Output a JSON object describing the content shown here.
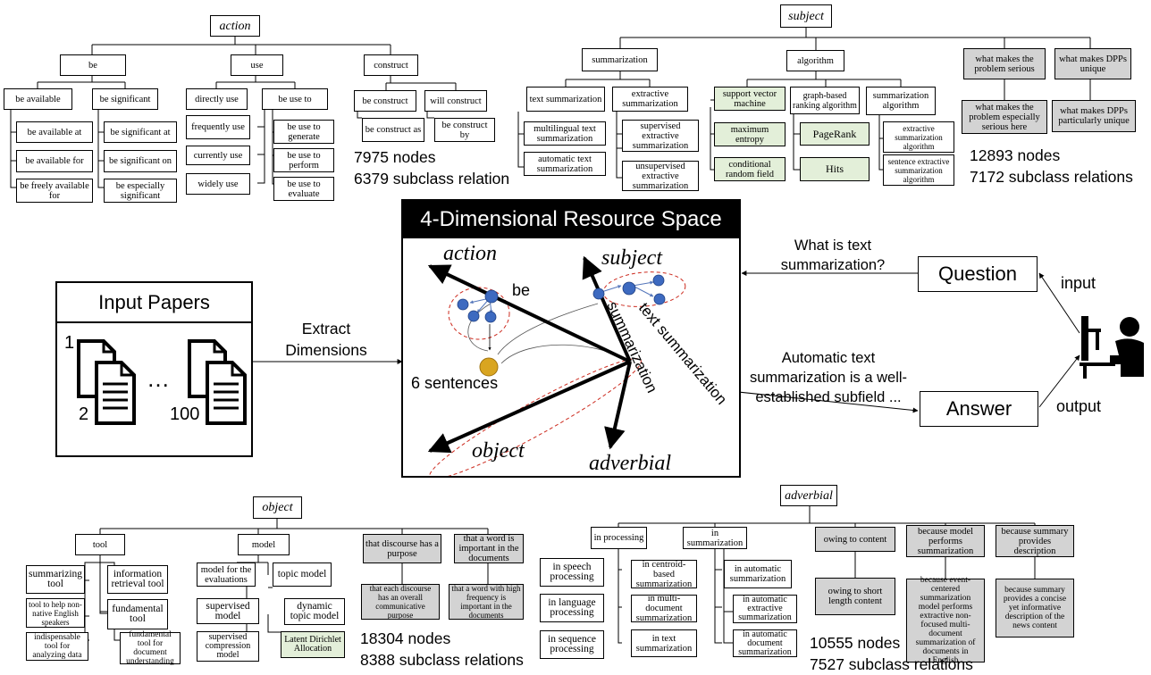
{
  "action_tree": {
    "root": "action",
    "be": "be",
    "use": "use",
    "construct": "construct",
    "be_available": "be available",
    "be_significant": "be significant",
    "be_available_at": "be available at",
    "be_available_for": "be available for",
    "be_freely_available_for": "be freely available for",
    "be_significant_at": "be significant at",
    "be_significant_on": "be significant on",
    "be_especially_significant": "be especially significant",
    "directly_use": "directly use",
    "be_use_to": "be use to",
    "frequently_use": "frequently use",
    "currently_use": "currently use",
    "widely_use": "widely use",
    "be_use_to_generate": "be use to generate",
    "be_use_to_perform": "be use to perform",
    "be_use_to_evaluate": "be use to evaluate",
    "be_construct": "be construct",
    "will_construct": "will construct",
    "be_construct_as": "be construct as",
    "be_construct_by": "be construct by",
    "nodes": "7975 nodes",
    "relations": "6379 subclass relations"
  },
  "subject_tree": {
    "root": "subject",
    "summarization": "summarization",
    "algorithm": "algorithm",
    "serious": "what makes the problem serious",
    "dpps": "what makes DPPs unique",
    "serious_here": "what makes the problem especially serious here",
    "dpps_unique": "what makes DPPs particularly unique",
    "text_summarization": "text summarization",
    "extractive_summarization": "extractive summarization",
    "multilingual": "multilingual text summarization",
    "automatic": "automatic text summarization",
    "supervised": "supervised extractive summarization",
    "unsupervised": "unsupervised extractive summarization",
    "svm": "support vector machine",
    "maxent": "maximum entropy",
    "crf": "conditional random field",
    "graph_based": "graph-based ranking algorithm",
    "pagerank": "PageRank",
    "hits": "Hits",
    "summarization_algorithm": "summarization algorithm",
    "extractive_algorithm": "extractive summarization algorithm",
    "sentence_extractive": "sentence extractive summarization algorithm",
    "nodes": "12893 nodes",
    "relations": "7172 subclass relations"
  },
  "object_tree": {
    "root": "object",
    "tool": "tool",
    "model": "model",
    "discourse": "that discourse has a purpose",
    "word": "that a word is important in the documents",
    "summarizing_tool": "summarizing tool",
    "ir_tool": "information retrieval tool",
    "help_tool": "tool to help non-native English speakers",
    "fundamental_tool": "fundamental tool",
    "indispensable_tool": "indispensable tool for analyzing data",
    "fundamental_doc_tool": "fundamental tool for document understanding",
    "model_eval": "model for the evaluations",
    "topic_model": "topic model",
    "supervised_model": "supervised model",
    "dynamic_topic": "dynamic topic model",
    "supervised_compression": "supervised compression model",
    "lda": "Latent Dirichlet Allocation",
    "discourse_detail": "that each discourse has an overall communicative purpose",
    "word_detail": "that a word with high frequency is important in the documents",
    "nodes": "18304 nodes",
    "relations": "8388 subclass relations"
  },
  "adverbial_tree": {
    "root": "adverbial",
    "in_processing": "in processing",
    "in_summarization": "in summarization",
    "owing_to_content": "owing to content",
    "because_model": "because model performs summarization",
    "because_summary": "because summary provides description",
    "speech": "in speech processing",
    "language": "in language processing",
    "sequence": "in sequence processing",
    "centroid": "in centroid-based summarization",
    "multi_doc": "in multi-document summarization",
    "text_sum": "in text summarization",
    "auto_sum": "in automatic summarization",
    "auto_extractive": "in automatic extractive summarization",
    "auto_document": "in automatic document summarization",
    "owing_short": "owing to short length content",
    "event_centered": "because event-centered summarization model performs extractive non-focused multi-document summarization of documents in English",
    "concise": "because summary provides a concise yet informative description of the news content",
    "nodes": "10555 nodes",
    "relations": "7527 subclass relations"
  },
  "center": {
    "title": "4-Dimensional Resource Space",
    "action": "action",
    "subject": "subject",
    "object": "object",
    "adverbial": "adverbial",
    "be": "be",
    "summarization": "summarization",
    "text_summarization": "text summarization",
    "sentences": "6 sentences"
  },
  "input_papers": {
    "title": "Input Papers",
    "n1": "1",
    "n2": "2",
    "n100": "100",
    "ellipsis": "…"
  },
  "extract_label": "Extract Dimensions",
  "question": {
    "label": "Question",
    "text": "What is text summarization?"
  },
  "answer": {
    "label": "Answer",
    "text": "Automatic text summarization is a well-established subfield ..."
  },
  "input_label": "input",
  "output_label": "output",
  "colors": {
    "green_box": "#e3efd9",
    "gray_box": "#d3d3d3",
    "node_blue": "#3d6ac0",
    "node_gold": "#d9a520",
    "ellipse_red": "#cc2a1e"
  }
}
